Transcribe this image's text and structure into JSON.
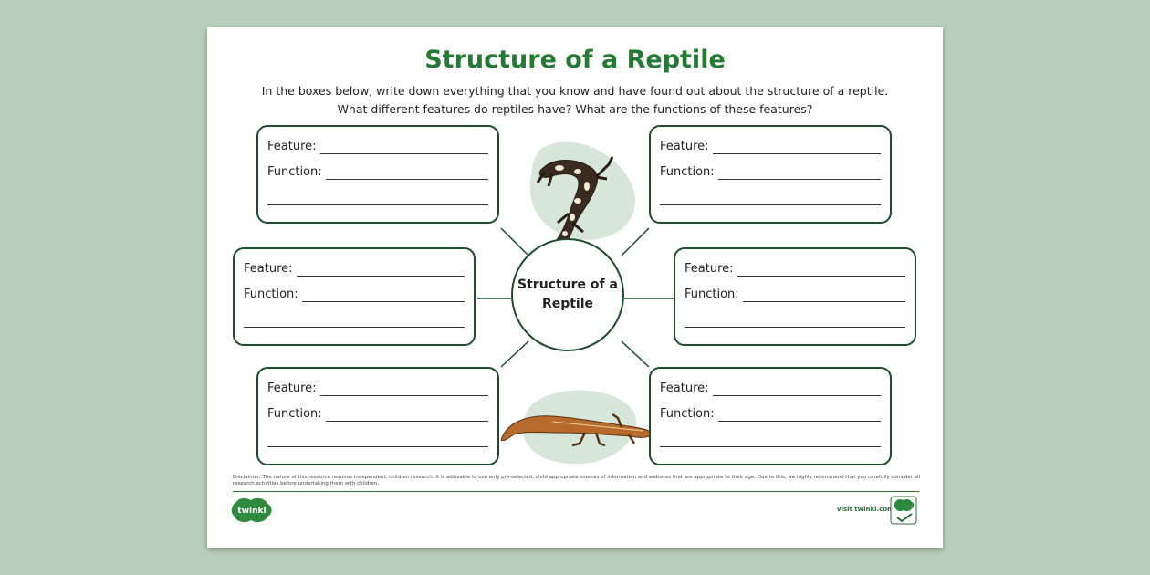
{
  "title": "Structure of a Reptile",
  "instructions": {
    "line1": "In the boxes below, write down everything that you know and have found out about the structure of a reptile.",
    "line2": "What different features do reptiles have? What are the functions of these features?"
  },
  "box_labels": {
    "feature": "Feature:",
    "function": "Function:"
  },
  "center_label": {
    "line1": "Structure of a",
    "line2": "Reptile"
  },
  "disclaimer": "Disclaimer: The nature of this resource requires independent, children research. It is advisable to use only pre-selected, child appropriate sources of information and websites that are appropriate to their age. Due to this, we highly recommend that you carefully consider all research activities before undertaking them with children.",
  "footer": {
    "logo_text": "twinkl",
    "visit": "visit twinkl.com"
  },
  "colors": {
    "accent": "#237a33",
    "border": "#1d4d2a",
    "background": "#b9cfbb",
    "blob": "#d7e6da"
  }
}
